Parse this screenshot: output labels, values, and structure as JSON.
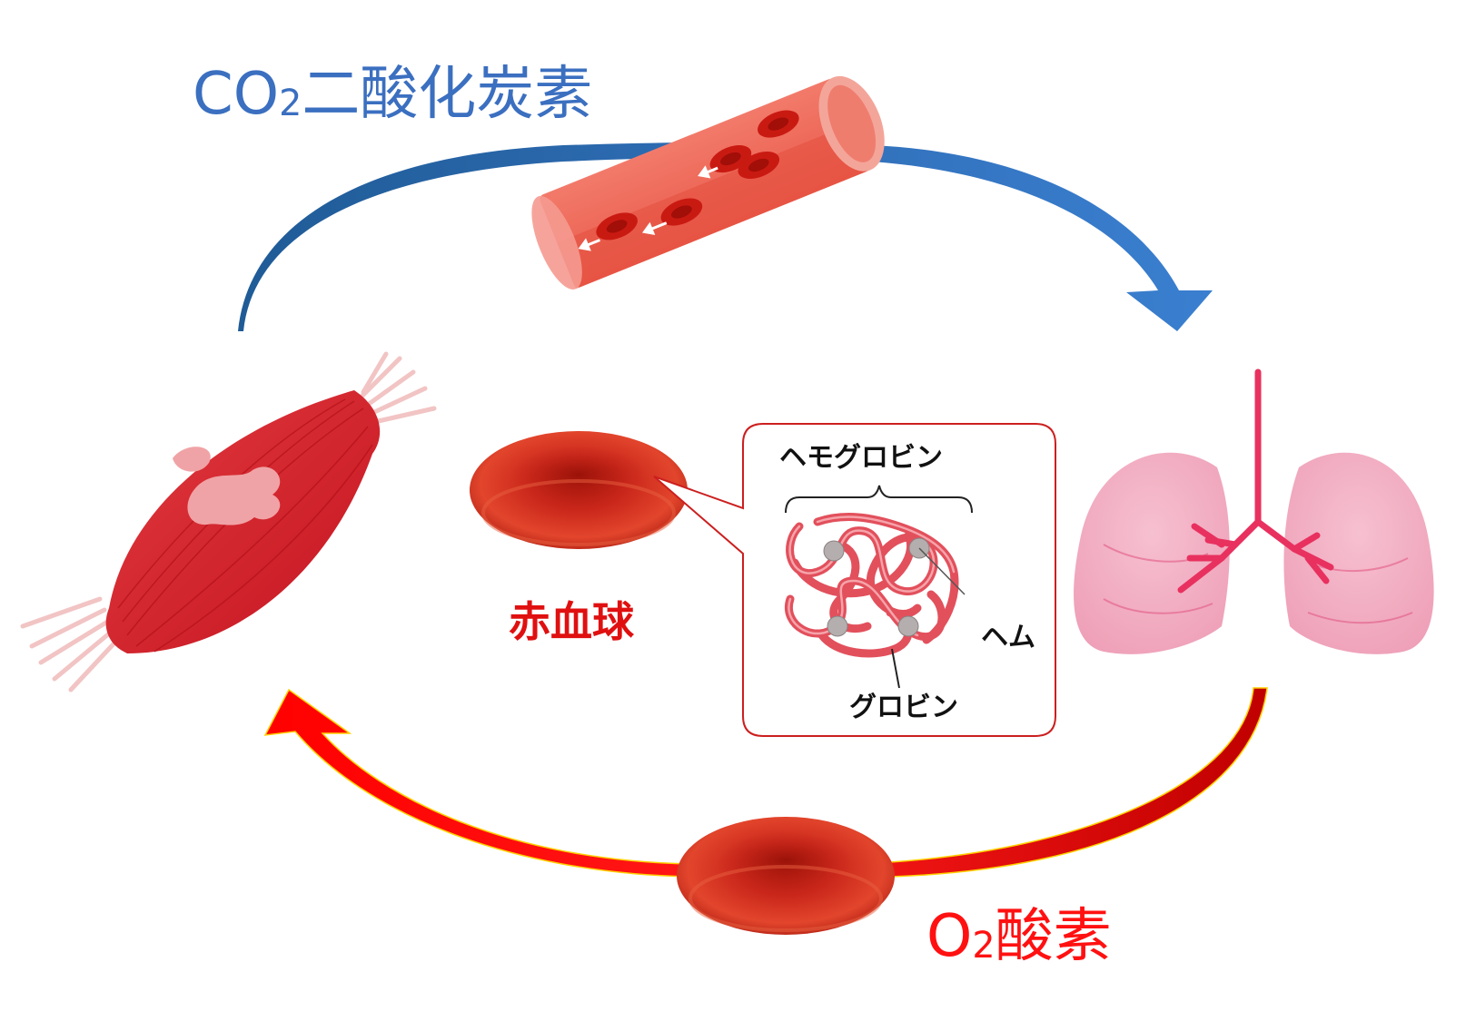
{
  "labels": {
    "co2_formula": "CO",
    "co2_subscript": "2",
    "co2_name": "二酸化炭素",
    "o2_formula": "O",
    "o2_subscript": "2",
    "o2_name": "酸素",
    "red_blood_cell": "赤血球",
    "hemoglobin": "ヘモグロビン",
    "heme": "ヘム",
    "globin": "グロビン"
  },
  "colors": {
    "co2_text": "#3b6fc0",
    "o2_text": "#ff1111",
    "co2_arrow": "#2f6bb4",
    "o2_arrow": "#ee0a0a",
    "red_blood_cell": "#d42a1a",
    "callout_border": "#cc1f1f",
    "muscle": "#d8202a",
    "lung": "#f3b3c7"
  },
  "icons": {
    "blood_vessel": "blood-vessel-icon",
    "muscle": "muscle-icon",
    "lungs": "lungs-icon",
    "red_blood_cell": "red-blood-cell-icon",
    "hemoglobin": "hemoglobin-molecule-icon"
  }
}
